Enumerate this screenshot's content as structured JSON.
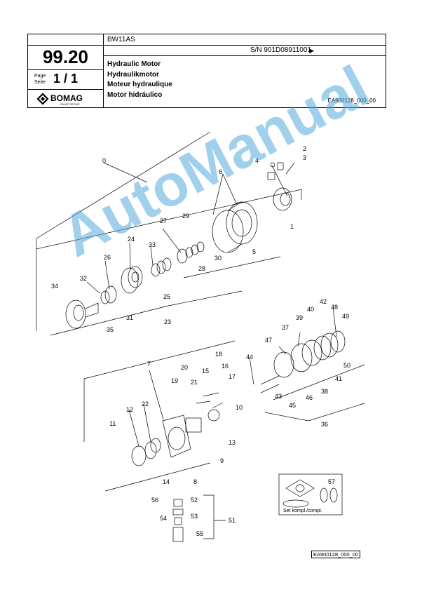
{
  "header": {
    "model": "BW11AS",
    "serial": "S/N 901D08911001",
    "serial_arrow": "▶",
    "section_number": "99.20",
    "page_label_line1": "Page",
    "page_label_line2": "Seite",
    "page_value": "1 / 1",
    "brand": "BOMAG",
    "brand_sub": "FAYAT GROUP",
    "titles": [
      "Hydraulic Motor",
      "Hydraulikmotor",
      "Moteur hydraulique",
      "Motor hidráulico"
    ],
    "drawing_code": "EA900128_000_00"
  },
  "diagram": {
    "part_labels": [
      "0",
      "1",
      "2",
      "3",
      "4",
      "5",
      "6",
      "7",
      "8",
      "9",
      "10",
      "11",
      "12",
      "13",
      "14",
      "15",
      "16",
      "17",
      "18",
      "19",
      "20",
      "21",
      "22",
      "23",
      "24",
      "25",
      "26",
      "27",
      "28",
      "29",
      "30",
      "31",
      "32",
      "33",
      "34",
      "35",
      "36",
      "37",
      "38",
      "39",
      "40",
      "41",
      "42",
      "43",
      "44",
      "45",
      "46",
      "47",
      "48",
      "49",
      "50",
      "51",
      "52",
      "53",
      "54",
      "55",
      "56",
      "57"
    ],
    "kit_label": "Set kompl./compl.",
    "bottom_code": "EA900128_000_00"
  },
  "watermark": "AutoManual"
}
